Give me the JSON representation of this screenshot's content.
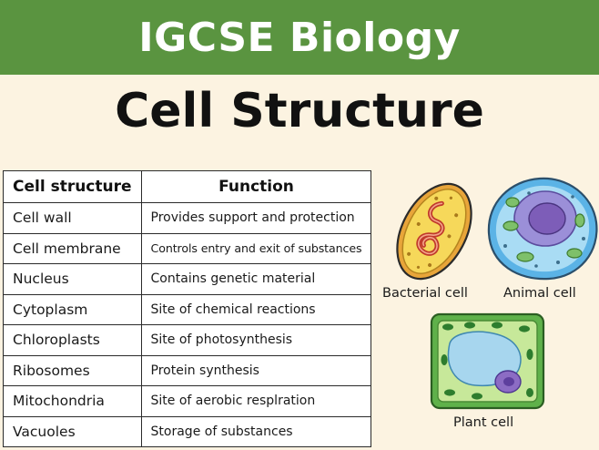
{
  "banner": {
    "title": "IGCSE Biology"
  },
  "heading": {
    "title": "Cell Structure"
  },
  "table": {
    "headers": [
      "Cell structure",
      "Function"
    ],
    "rows": [
      [
        "Cell wall",
        "Provides support and protection"
      ],
      [
        "Cell membrane",
        "Controls entry and exit of substances"
      ],
      [
        "Nucleus",
        "Contains genetic material"
      ],
      [
        "Cytoplasm",
        "Site of chemical reactions"
      ],
      [
        "Chloroplasts",
        "Site of photosynthesis"
      ],
      [
        "Ribosomes",
        "Protein synthesis"
      ],
      [
        "Mitochondria",
        "Site of aerobic resplration"
      ],
      [
        "Vacuoles",
        "Storage of substances"
      ]
    ]
  },
  "diagrams": {
    "bacterial_label": "Bacterial cell",
    "animal_label": "Animal cell",
    "plant_label": "Plant cell"
  },
  "colors": {
    "banner": "#5a9440",
    "background": "#fcf3e1"
  }
}
